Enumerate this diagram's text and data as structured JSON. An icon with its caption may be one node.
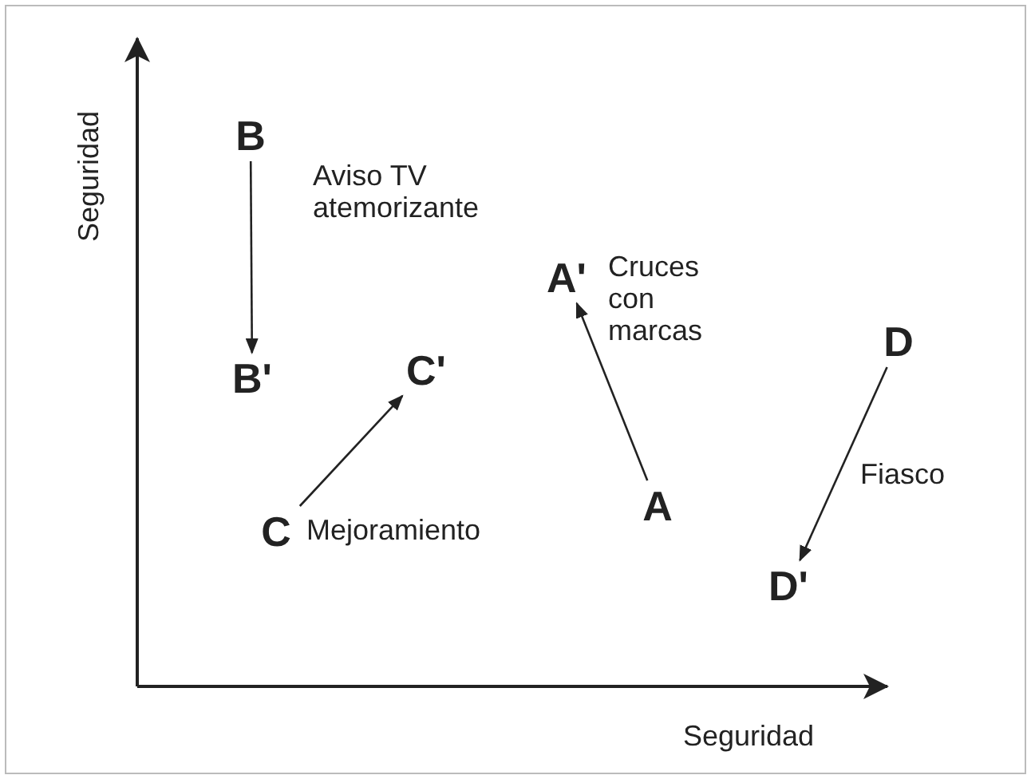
{
  "diagram": {
    "nodes": [
      {
        "text": [
          "B"
        ]
      },
      {
        "text": [
          "B'"
        ]
      },
      {
        "text": [
          "A'"
        ]
      },
      {
        "text": [
          "C'"
        ]
      },
      {
        "text": [
          "D"
        ]
      },
      {
        "text": [
          "A"
        ]
      },
      {
        "text": [
          "C"
        ]
      },
      {
        "text": [
          "D'"
        ]
      }
    ],
    "edges": [
      {
        "from": 0,
        "to": 1,
        "arrow": "to",
        "label": "Aviso TV atemorizante"
      },
      {
        "from": 6,
        "to": 3,
        "arrow": "to",
        "label": "Mejoramiento"
      },
      {
        "from": 5,
        "to": 2,
        "arrow": "to",
        "label": "Cruces con marcas"
      },
      {
        "from": 4,
        "to": 7,
        "arrow": "to",
        "label": "Fiasco"
      }
    ],
    "labels": [
      "Seguridad",
      "Seguridad"
    ]
  }
}
